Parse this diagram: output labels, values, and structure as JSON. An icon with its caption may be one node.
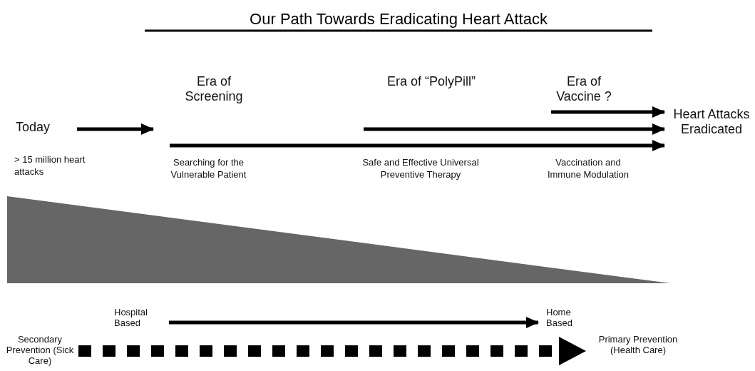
{
  "diagram": {
    "title": "Our Path Towards Eradicating Heart Attack",
    "nodes": [
      {
        "text": [
          "Today"
        ],
        "beside": [
          "> 15 million heart attacks"
        ]
      },
      {
        "text": [
          "Era of Screening"
        ]
      },
      {
        "text": [
          "Era of “PolyPill”"
        ]
      },
      {
        "text": [
          "Era of Vaccine ?"
        ]
      },
      {
        "text": [
          "Heart Attacks Eradicated"
        ]
      },
      {
        "text": [
          "Hospital Based"
        ]
      },
      {
        "text": [
          "Home Based"
        ]
      },
      {
        "text": [
          "Secondary Prevention (Sick Care)"
        ]
      },
      {
        "text": [
          "Primary Prevention (Health Care)"
        ]
      },
      {
        "text": [],
        "shape": "triangle"
      }
    ],
    "edges": [
      {
        "from": 0,
        "to": 1,
        "arrow": "to"
      },
      {
        "from": 1,
        "to": 4,
        "arrow": "to"
      },
      {
        "from": 2,
        "to": 4,
        "arrow": "to"
      },
      {
        "from": 3,
        "to": 4,
        "arrow": "to"
      },
      {
        "from": 5,
        "to": 6,
        "arrow": "to"
      },
      {
        "from": 7,
        "to": 8,
        "arrow": "to",
        "style": "dashed"
      }
    ],
    "labels": [
      "Searching for the Vulnerable Patient",
      "Safe and Effective Universal Preventive Therapy",
      "Vaccination and Immune Modulation"
    ]
  }
}
